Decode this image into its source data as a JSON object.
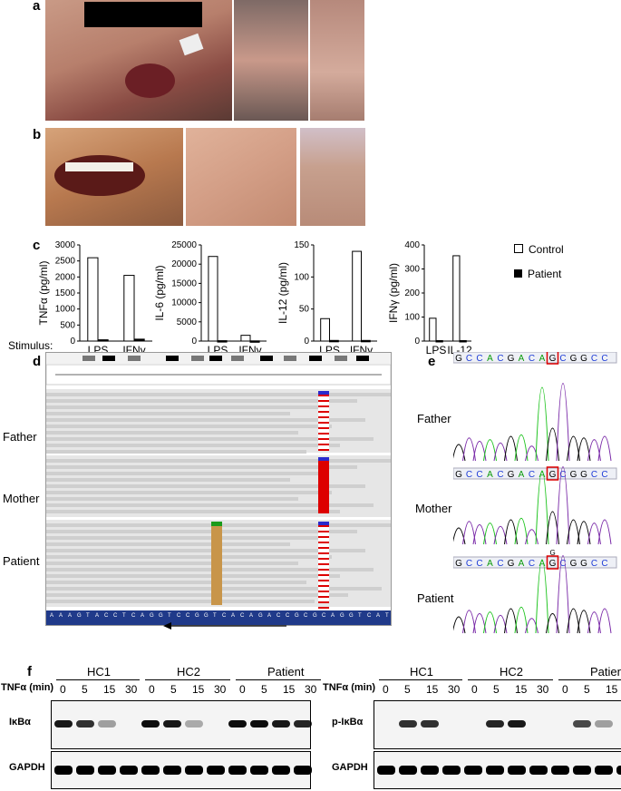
{
  "panels": {
    "a": "a",
    "b": "b",
    "c": "c",
    "d": "d",
    "e": "e",
    "f": "f"
  },
  "c": {
    "stimulus_label": "Stimulus:",
    "legend": {
      "control": "Control",
      "patient": "Patient"
    },
    "colors": {
      "control": "#ffffff",
      "patient": "#000000"
    }
  },
  "chart_data": [
    {
      "type": "bar",
      "ylabel": "TNFα (pg/ml)",
      "categories": [
        "LPS",
        "IFNγ"
      ],
      "ylim": [
        0,
        3000
      ],
      "yticks": [
        0,
        500,
        1000,
        1500,
        2000,
        2500,
        3000
      ],
      "series": [
        {
          "name": "Control",
          "values": [
            2600,
            2050
          ]
        },
        {
          "name": "Patient",
          "values": [
            40,
            60
          ]
        }
      ]
    },
    {
      "type": "bar",
      "ylabel": "IL-6 (pg/ml)",
      "categories": [
        "LPS",
        "IFNγ"
      ],
      "ylim": [
        0,
        25000
      ],
      "yticks": [
        0,
        5000,
        10000,
        15000,
        20000,
        25000
      ],
      "series": [
        {
          "name": "Control",
          "values": [
            22000,
            1500
          ]
        },
        {
          "name": "Patient",
          "values": [
            100,
            50
          ]
        }
      ]
    },
    {
      "type": "bar",
      "ylabel": "IL-12 (pg/ml)",
      "categories": [
        "LPS",
        "IFNγ"
      ],
      "ylim": [
        0,
        150
      ],
      "yticks": [
        0,
        50,
        100,
        150
      ],
      "series": [
        {
          "name": "Control",
          "values": [
            35,
            140
          ]
        },
        {
          "name": "Patient",
          "values": [
            1,
            1
          ]
        }
      ]
    },
    {
      "type": "bar",
      "ylabel": "IFNγ (pg/ml)",
      "categories": [
        "LPS",
        "IL-12"
      ],
      "ylim": [
        0,
        400
      ],
      "yticks": [
        0,
        100,
        200,
        300,
        400
      ],
      "series": [
        {
          "name": "Control",
          "values": [
            95,
            355
          ]
        },
        {
          "name": "Patient",
          "values": [
            2,
            2
          ]
        }
      ]
    }
  ],
  "d": {
    "rows": [
      "Father",
      "Mother",
      "Patient"
    ]
  },
  "e": {
    "rows": [
      "Father",
      "Mother",
      "Patient"
    ],
    "sequence": [
      "G",
      "C",
      "C",
      "A",
      "C",
      "G",
      "A",
      "C",
      "A",
      "G",
      "C",
      "G",
      "G",
      "C",
      "C"
    ],
    "boxed_index": 9,
    "patient_extra": "G"
  },
  "f": {
    "tnf_label": "TNFα (min)",
    "groups": [
      "HC1",
      "HC2",
      "Patient"
    ],
    "timepoints": [
      "0",
      "5",
      "15",
      "30"
    ],
    "left_labels": [
      "IκBα",
      "GAPDH"
    ],
    "right_labels": [
      "p-IκBα",
      "GAPDH"
    ]
  }
}
